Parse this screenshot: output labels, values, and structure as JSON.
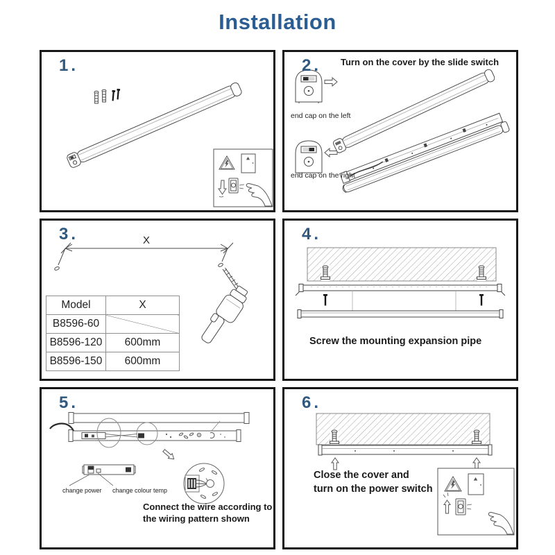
{
  "title": "Installation",
  "colors": {
    "accent_blue": "#2c5d92",
    "step_number_blue": "#31597f",
    "line_gray": "#4a4a4a",
    "panel_border": "#171717"
  },
  "panels": {
    "p1": {
      "number": "1."
    },
    "p2": {
      "number": "2.",
      "caption": "Turn on the cover by the slide switch",
      "endcap_left": "end cap on the left",
      "endcap_right": "end cap on the right"
    },
    "p3": {
      "number": "3.",
      "dim_label": "X",
      "table": {
        "headers": [
          "Model",
          "X"
        ],
        "rows": [
          [
            "B8596-60",
            ""
          ],
          [
            "B8596-120",
            "600mm"
          ],
          [
            "B8596-150",
            "600mm"
          ]
        ]
      }
    },
    "p4": {
      "number": "4.",
      "caption": "Screw the mounting expansion pipe"
    },
    "p5": {
      "number": "5.",
      "label_change_power": "change power",
      "label_change_colour": "change colour temp",
      "caption_line1": "Connect the wire according to",
      "caption_line2": "the wiring pattern shown"
    },
    "p6": {
      "number": "6.",
      "caption_line1": "Close the cover and",
      "caption_line2": "turn on the power switch"
    }
  }
}
